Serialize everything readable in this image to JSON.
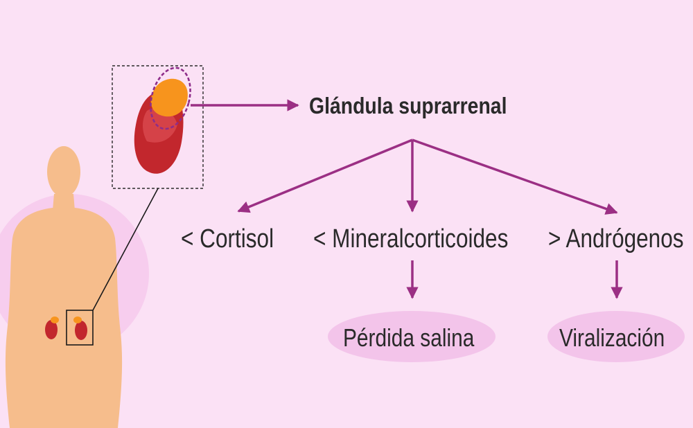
{
  "diagram": {
    "title": "Glándula suprarrenal",
    "branches": [
      {
        "label": "< Cortisol"
      },
      {
        "label": "< Mineralcorticoides",
        "outcome": "Pérdida salina"
      },
      {
        "label": "> Andrógenos",
        "outcome": "Viralización"
      }
    ]
  },
  "colors": {
    "background": "#fbe1f5",
    "circle": "#f7cdee",
    "arrow": "#9b2f84",
    "body": "#f6bd8c",
    "kidney": "#c2272d",
    "adrenal": "#f7941d",
    "oval": "#f3c4ea",
    "text": "#2a2a2a"
  }
}
